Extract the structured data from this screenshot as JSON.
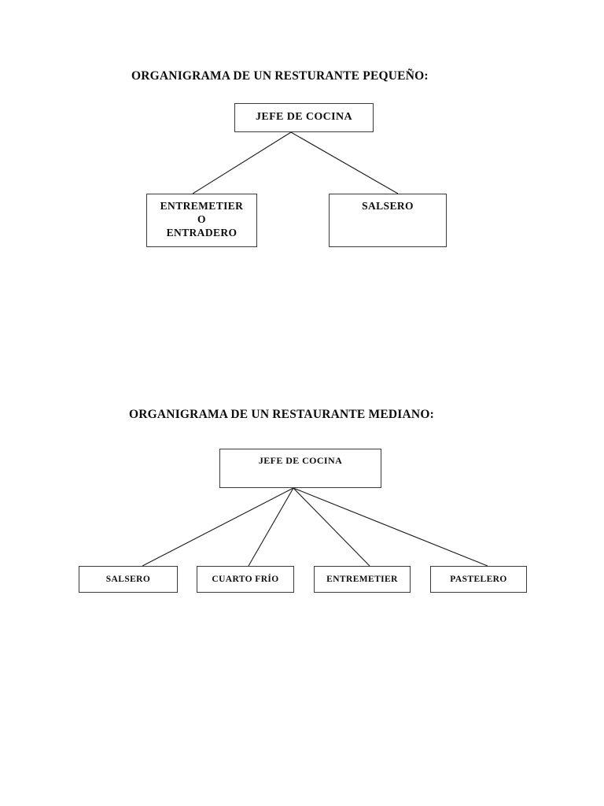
{
  "document": {
    "background_color": "#ffffff",
    "text_color": "#0d0d0d",
    "line_color": "#1a1a1a",
    "border_color": "#3a3a3a"
  },
  "sections": [
    {
      "title": "ORGANIGRAMA DE UN RESTURANTE PEQUEÑO:",
      "diagram": {
        "type": "org-chart",
        "root": {
          "label": "JEFE DE COCINA"
        },
        "children": [
          {
            "label": "ENTREMETIER\nO\nENTRADERO"
          },
          {
            "label": "SALSERO"
          }
        ]
      }
    },
    {
      "title": "ORGANIGRAMA DE UN RESTAURANTE MEDIANO:",
      "diagram": {
        "type": "org-chart",
        "root": {
          "label": "JEFE DE COCINA"
        },
        "children": [
          {
            "label": "SALSERO"
          },
          {
            "label": "CUARTO FRÍO"
          },
          {
            "label": "ENTREMETIER"
          },
          {
            "label": "PASTELERO"
          }
        ]
      }
    }
  ]
}
